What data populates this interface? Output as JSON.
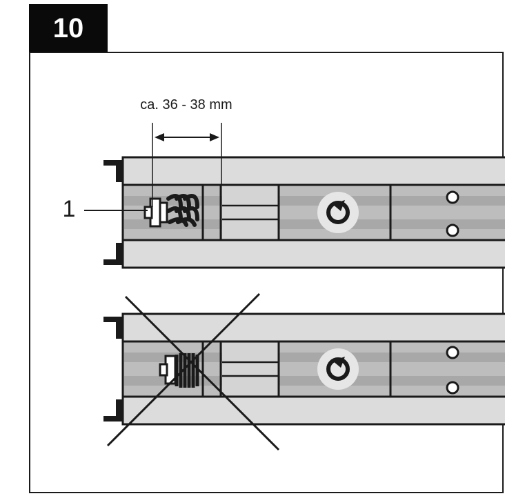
{
  "step": {
    "number": "10"
  },
  "dimension": {
    "text": "ca. 36 - 38 mm"
  },
  "callouts": [
    {
      "text": "1"
    }
  ],
  "colors": {
    "ink": "#1a1a1a",
    "rail_light": "#dcdcdc",
    "rail_mid": "#bdbdbd",
    "rail_dark": "#a8a8a8",
    "badge_bg": "#0a0a0a",
    "badge_text": "#ffffff"
  },
  "panels": [
    {
      "name": "correct-assembly",
      "spring": "relaxed"
    },
    {
      "name": "incorrect-assembly",
      "spring": "compressed",
      "crossed_out": true
    }
  ]
}
